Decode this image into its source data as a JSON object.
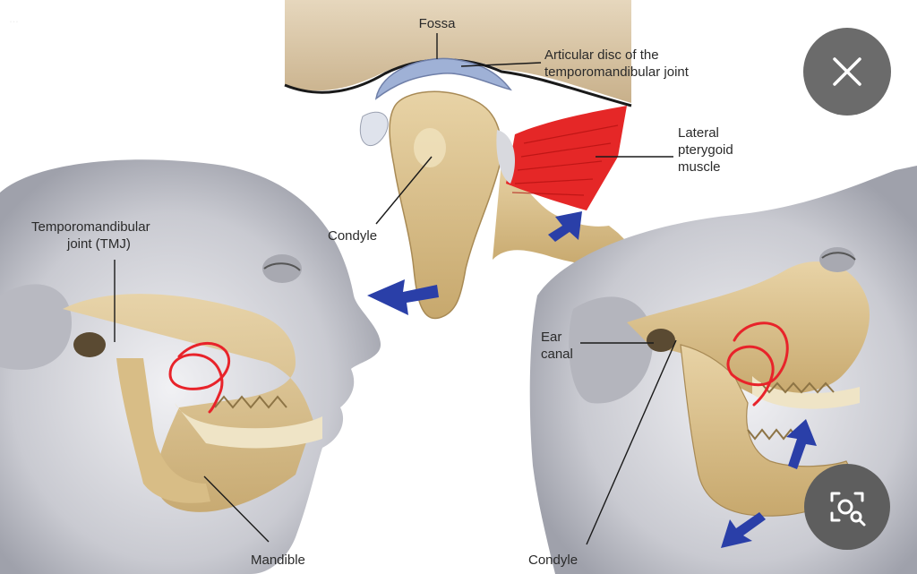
{
  "labels": {
    "fossa": "Fossa",
    "articular_disc_line1": "Articular disc of the",
    "articular_disc_line2": "temporomandibular joint",
    "lateral_pterygoid_line1": "Lateral",
    "lateral_pterygoid_line2": "pterygoid",
    "lateral_pterygoid_line3": "muscle",
    "tmj_line1": "Temporomandibular",
    "tmj_line2": "joint (TMJ)",
    "condyle_top": "Condyle",
    "ear_canal_line1": "Ear",
    "ear_canal_line2": "canal",
    "mandible": "Mandible",
    "condyle_bottom": "Condyle"
  },
  "controls": {
    "close_icon": "close-icon",
    "lens_icon": "visual-search-icon"
  },
  "colors": {
    "bone": "#d9c08e",
    "muscle": "#e02020",
    "arrow": "#2a3fa8",
    "annotation": "#e8232a",
    "button": "#6b6b6b"
  }
}
